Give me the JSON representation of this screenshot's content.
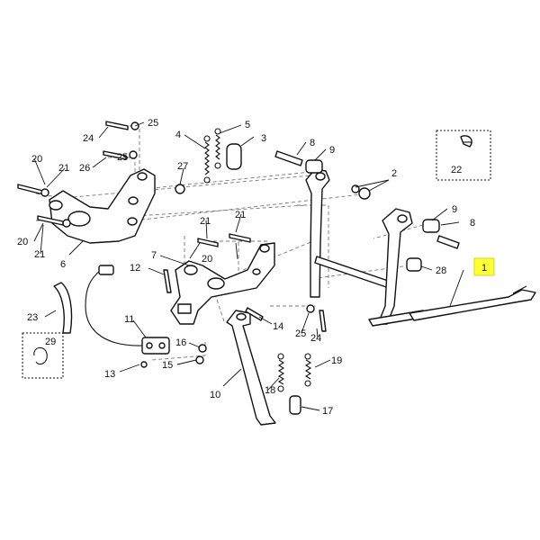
{
  "labels": {
    "l1": "1",
    "l2": "2",
    "l3": "3",
    "l4": "4",
    "l5": "5",
    "l6": "6",
    "l7": "7",
    "l8a": "8",
    "l8b": "8",
    "l9a": "9",
    "l9b": "9",
    "l10": "10",
    "l11": "11",
    "l12": "12",
    "l13": "13",
    "l14": "14",
    "l15": "15",
    "l16": "16",
    "l17": "17",
    "l18": "18",
    "l19": "19",
    "l20a": "20",
    "l20b": "20",
    "l20c": "20",
    "l21a": "21",
    "l21b": "21",
    "l21c": "21",
    "l21d": "21",
    "l22": "22",
    "l23": "23",
    "l24a": "24",
    "l24b": "24",
    "l25a": "25",
    "l25b": "25",
    "l25c": "25",
    "l26": "26",
    "l27": "27",
    "l28": "28",
    "l29": "29"
  },
  "highlight_color": "#ffff33"
}
